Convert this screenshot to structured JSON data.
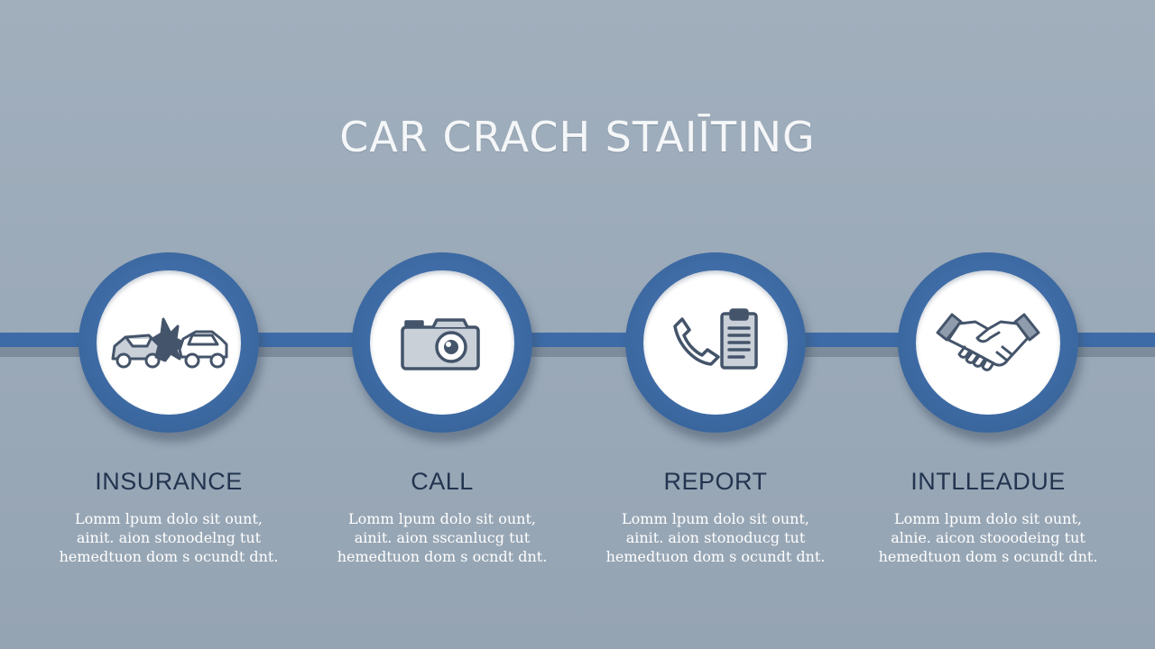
{
  "title": "CAR CRACH STAIĪTING",
  "steps": [
    {
      "label": "INSURANCE",
      "icon": "car-crash-icon",
      "desc": [
        "Lomm lpum dolo sit ount,",
        "ainit. aion stonodelng tut",
        "hemedtuon dom s ocundt dnt."
      ]
    },
    {
      "label": "CALL",
      "icon": "camera-icon",
      "desc": [
        "Lomm lpum dolo sit ount,",
        "ainit. aion sscanlucg tut",
        "hemedtuon dom s ocndt dnt."
      ]
    },
    {
      "label": "REPORT",
      "icon": "phone-clipboard-icon",
      "desc": [
        "Lomm lpum dolo sit ount,",
        "ainit. aion stonoducg tut",
        "hemedtuon dom s ocundt dnt."
      ]
    },
    {
      "label": "INTLLEADUE",
      "icon": "handshake-icon",
      "desc": [
        "Lomm lpum dolo sit ount,",
        "alnie. aicon stooodeing tut",
        "hemedtuon dom s ocundt dnt."
      ]
    }
  ],
  "colors": {
    "background": "#9eacba",
    "accent": "#3d6ba7",
    "label": "#22344f",
    "icon": "#44546a"
  }
}
